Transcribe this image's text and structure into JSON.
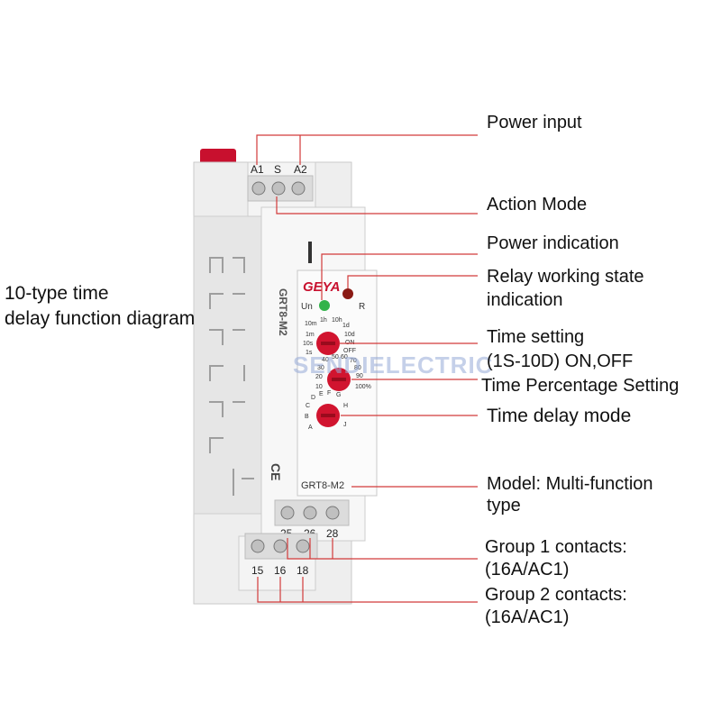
{
  "colors": {
    "leader": "#d23a3a",
    "accent": "#c8102e",
    "body": "#f2f2f2"
  },
  "labels": {
    "power_input": "Power input",
    "action_mode": "Action Mode",
    "power_indication": "Power indication",
    "relay_state_1": "Relay working state",
    "relay_state_2": "indication",
    "time_setting_1": "Time setting",
    "time_setting_2": "(1S-10D) ON,OFF",
    "time_percentage": "Time Percentage Setting",
    "time_delay_mode": "Time delay mode",
    "model_1": "Model: Multi-function",
    "model_2": "type",
    "group1_1": "Group 1 contacts:",
    "group1_2": "(16A/AC1)",
    "group2_1": "Group 2 contacts:",
    "group2_2": "(16A/AC1)",
    "diagram_1": "10-type time",
    "diagram_2": "delay function diagram"
  },
  "device": {
    "brand": "GEYA",
    "model": "GRT8-M2",
    "side_model": "GRT8-M2",
    "terminals_top": [
      "A1",
      "S",
      "A2"
    ],
    "terminals_mid": [
      "25",
      "26",
      "28"
    ],
    "terminals_bot": [
      "15",
      "16",
      "18"
    ],
    "led_un": "Un",
    "led_r": "R",
    "dial1_ticks": [
      "10m",
      "1h",
      "10h",
      "1d",
      "10d",
      "ON",
      "OFF",
      "1m",
      "10s",
      "1s"
    ],
    "dial2_ticks": [
      "40",
      "50",
      "60",
      "70",
      "80",
      "90",
      "100%",
      "30",
      "20",
      "10"
    ],
    "dial3_ticks": [
      "D",
      "E",
      "F",
      "G",
      "H",
      "J",
      "C",
      "B",
      "A"
    ],
    "ce": "CE"
  },
  "watermark": "SENDIELECTRIC"
}
